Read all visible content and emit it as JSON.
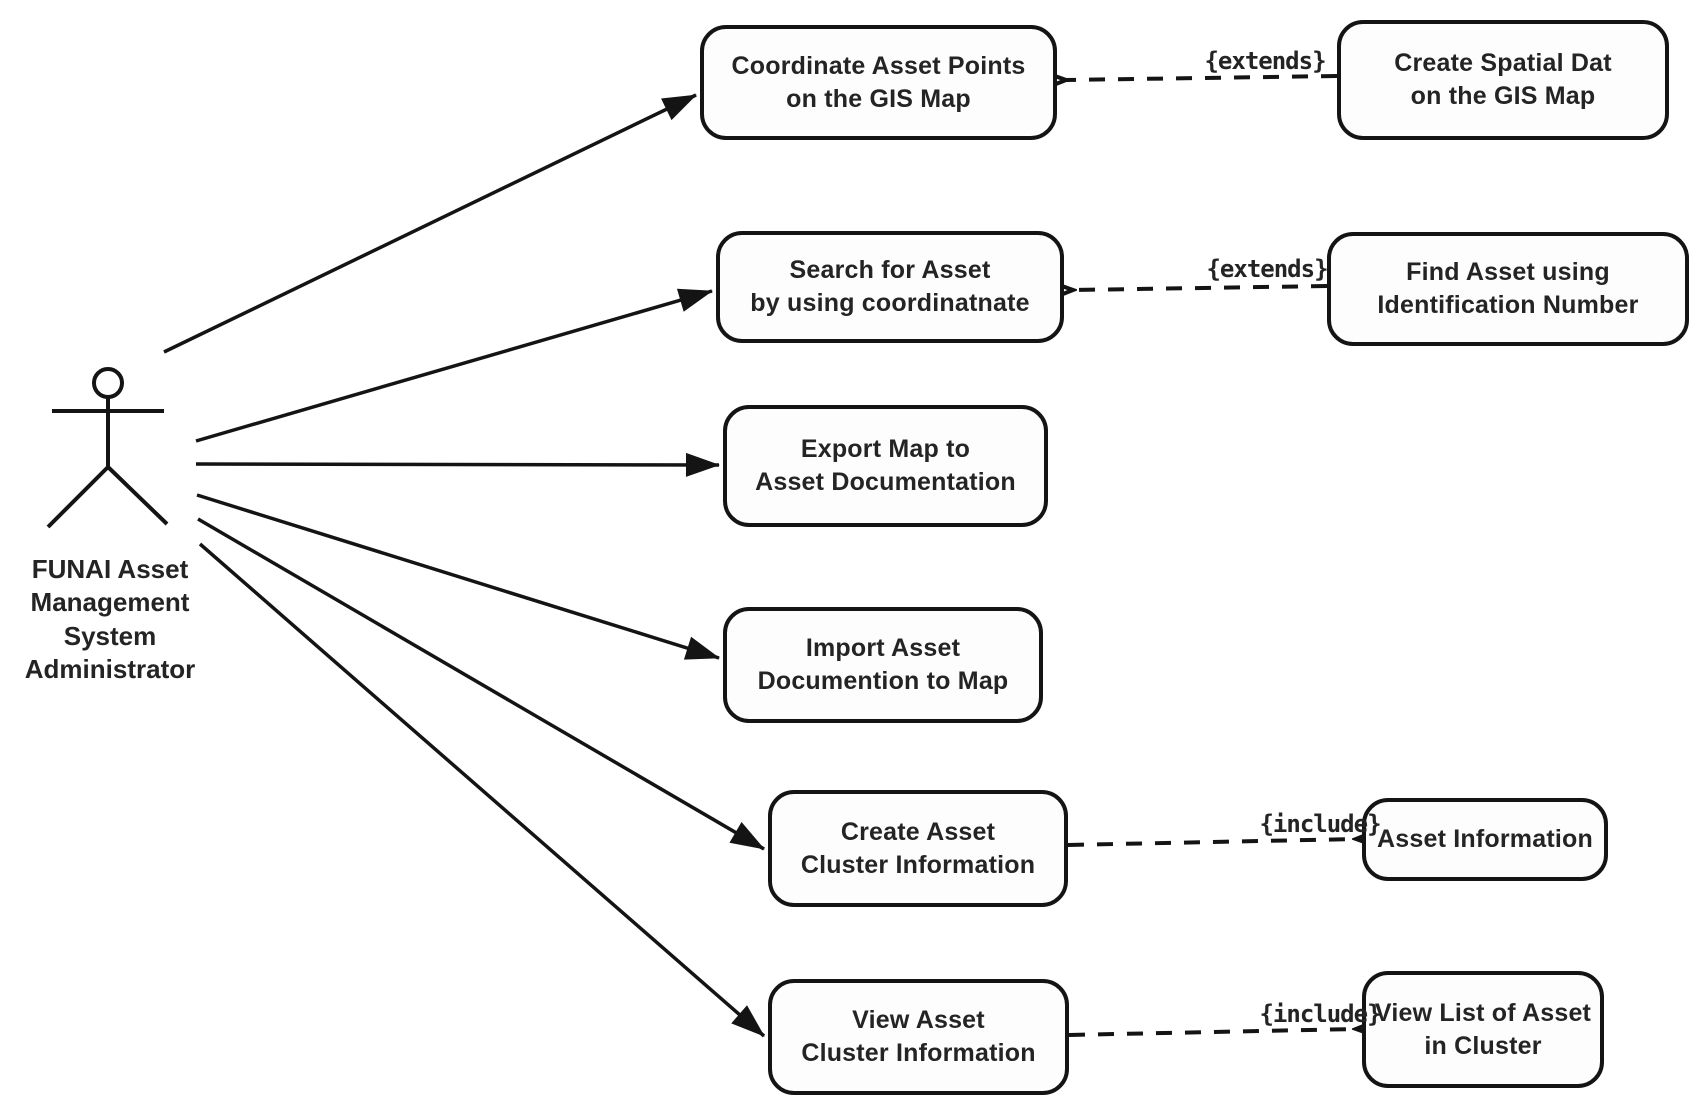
{
  "diagram": {
    "type": "uml-use-case-diagram",
    "background_color": "#ffffff",
    "line_color": "#141414",
    "text_color": "#242424"
  },
  "actor": {
    "name": "FUNAI Asset\nManagement\nSystem\nAdministrator"
  },
  "usecases": [
    {
      "label": "Coordinate Asset Points\non the GIS Map"
    },
    {
      "label": "Search for Asset\nby using coordinatnate"
    },
    {
      "label": "Export Map to\nAsset Documentation"
    },
    {
      "label": "Import Asset\nDocumention to Map"
    },
    {
      "label": "Create Asset\nCluster Information"
    },
    {
      "label": "View Asset\nCluster Information"
    },
    {
      "label": "Create Spatial Dat\non the GIS Map"
    },
    {
      "label": "Find Asset using\nIdentification Number"
    },
    {
      "label": "Asset Information"
    },
    {
      "label": "View List of Asset\nin Cluster"
    }
  ],
  "connectors": [
    {
      "label": "{extends}",
      "from": "Create Spatial Dat on the GIS Map",
      "to": "Coordinate Asset Points on the GIS Map"
    },
    {
      "label": "{extends}",
      "from": "Find Asset using Identification Number",
      "to": "Search for Asset by using coordinatnate"
    },
    {
      "label": "{include}",
      "from": "Create Asset Cluster Information",
      "to": "Asset Information"
    },
    {
      "label": "{include}",
      "from": "View Asset Cluster Information",
      "to": "View List of Asset in Cluster"
    }
  ]
}
